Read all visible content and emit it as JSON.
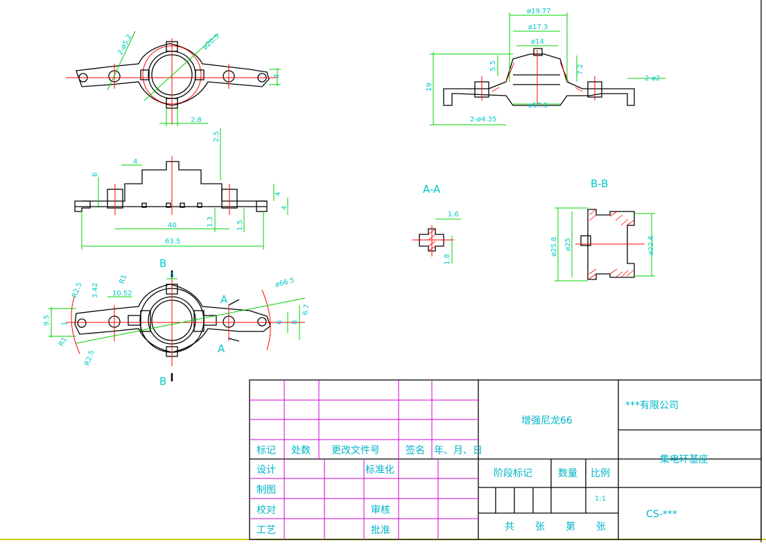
{
  "dimensions": {
    "top_view": [
      "2-ø5.2",
      "ø20.5",
      "2.8",
      "3"
    ],
    "front_view": [
      "2.5",
      "4",
      "6",
      "4",
      "4",
      "40",
      "1.3",
      "1.5",
      "63.5"
    ],
    "bottom_view": [
      "4",
      "R2.5",
      "3.42",
      "R1",
      "10.52",
      "9.5",
      "1",
      "R1",
      "R2.5",
      "ø66.5",
      "6.7",
      "8",
      "6"
    ],
    "right_view": [
      "ø19.77",
      "ø17.3",
      "ø14",
      "5.5",
      "7.2",
      "19",
      "2-ø2",
      "ø17.1",
      "2-ø4.35"
    ],
    "section_aa": [
      "1.6",
      "1.8"
    ],
    "section_bb": [
      "ø25.8",
      "ø25",
      "ø22.6"
    ]
  },
  "section_labels": {
    "aa_title": "A-A",
    "bb_title": "B-B",
    "a_top": "A",
    "a_bottom": "A",
    "b_top": "B",
    "b_bottom": "B"
  },
  "title_block": {
    "headers": [
      "标记",
      "处数",
      "更改文件号",
      "签名",
      "年、月、日"
    ],
    "roles": [
      "设计",
      "制图",
      "校对",
      "工艺"
    ],
    "standardization": "标准化",
    "review": "审核",
    "approve": "批准",
    "material": "增强尼龙66",
    "stage_mark": "阶段标记",
    "quantity": "数量",
    "scale_label": "比例",
    "scale_value": "1:1",
    "sheet_total": "共",
    "sheet_unit1": "张",
    "sheet_no": "第",
    "sheet_unit2": "张",
    "company": "***有限公司",
    "part_name": "集电环基座",
    "drawing_number": "CS-***"
  },
  "colors": {
    "outline": "#000000",
    "dimension": "#00d000",
    "dimension_text": "#00c8c8",
    "centerline": "#ff0000",
    "table_grid": "#d000d0"
  }
}
